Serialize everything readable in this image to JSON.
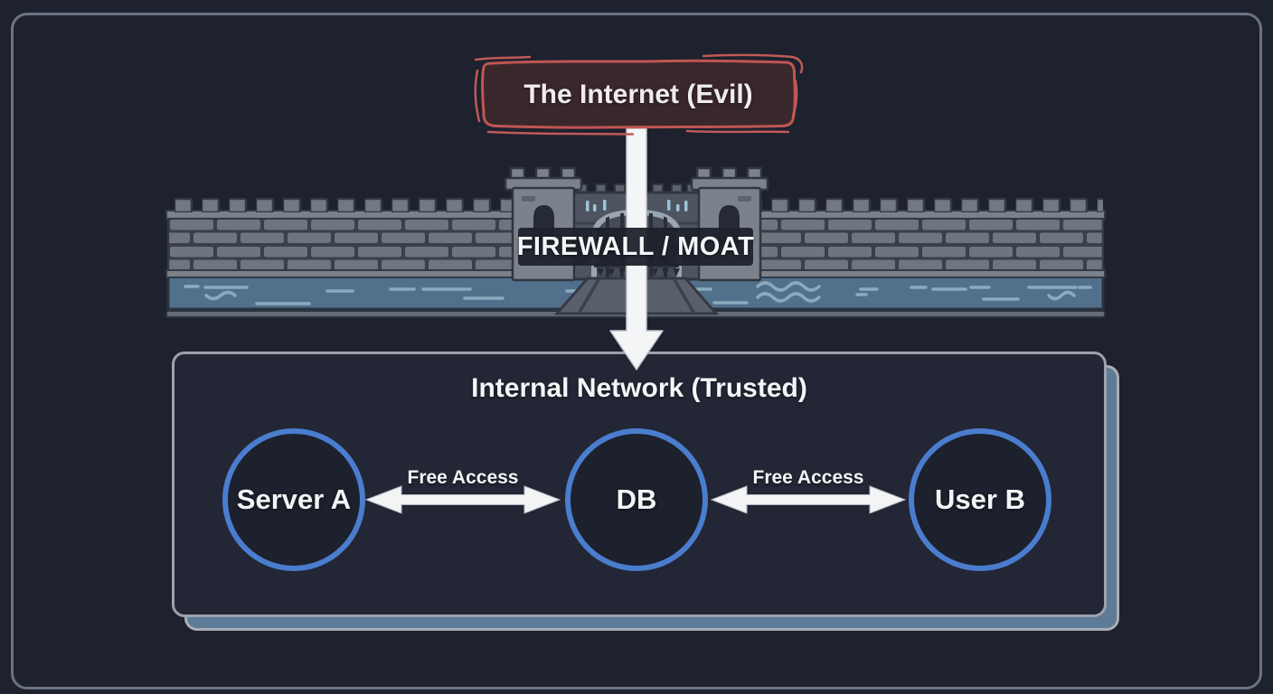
{
  "internet": {
    "label": "The Internet (Evil)"
  },
  "firewall": {
    "label": "FIREWALL / MOAT"
  },
  "internal_network": {
    "title": "Internal Network (Trusted)",
    "nodes": [
      {
        "label": "Server A"
      },
      {
        "label": "DB"
      },
      {
        "label": "User B"
      }
    ],
    "links": [
      {
        "label": "Free Access"
      },
      {
        "label": "Free Access"
      }
    ]
  },
  "colors": {
    "background": "#1e212e",
    "frame_border": "#6b7383",
    "internet_box_border": "#bf5653",
    "internet_box_fill": "#3a272b",
    "node_circle_border": "#4a7dce",
    "card_border": "#9ba2ac",
    "card_shadow_fill": "#5d7b97",
    "moat_water": "#52708b",
    "wall_brick": "#6f757e",
    "arrow_white": "#f3f4f6"
  }
}
